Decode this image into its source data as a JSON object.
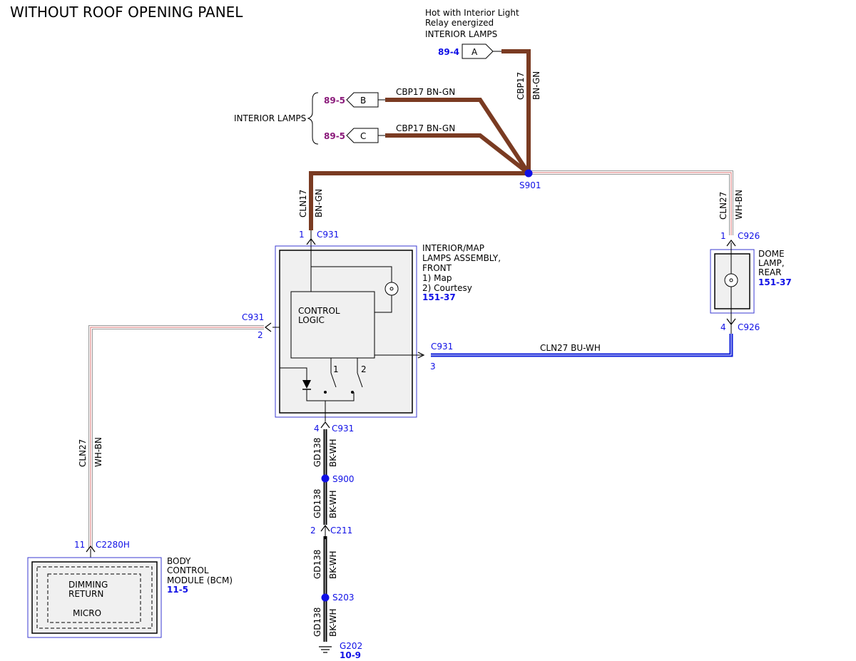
{
  "title": "WITHOUT ROOF OPENING PANEL",
  "colors": {
    "brown": "#7a3b22",
    "blue_wire": "#0a1ad8",
    "pink": "#e6a0a0",
    "ref_blue": "#1010e6",
    "ref_purple": "#8a1a7a",
    "module_fill": "#f0f0f0"
  },
  "top_connector": {
    "note1": "Hot with Interior Light",
    "note2": "Relay energized",
    "note3": "INTERIOR LAMPS",
    "ref": "89-4",
    "pin": "A"
  },
  "side_group": {
    "label": "INTERIOR LAMPS"
  },
  "conn_b": {
    "ref": "89-5",
    "pin": "B",
    "wire": "CBP17  BN-GN"
  },
  "conn_c": {
    "ref": "89-5",
    "pin": "C",
    "wire": "CBP17  BN-GN"
  },
  "vertical_wire": {
    "circuit": "CBP17",
    "color": "BN-GN"
  },
  "splice_s901": "S901",
  "wire_cln17": {
    "circuit": "CLN17",
    "color": "BN-GN"
  },
  "wire_cln27_right": {
    "circuit": "CLN27",
    "color": "WH-BN"
  },
  "c931_pin1": {
    "pin": "1",
    "conn": "C931"
  },
  "c931_pin2": {
    "pin": "2",
    "conn": "C931"
  },
  "c931_pin3": {
    "pin": "3",
    "conn": "C931"
  },
  "c931_pin4": {
    "pin": "4",
    "conn": "C931"
  },
  "front_assembly": {
    "line1": "INTERIOR/MAP",
    "line2": "LAMPS ASSEMBLY,",
    "line3": "FRONT",
    "line4": "1) Map",
    "line5": "2) Courtesy",
    "ref": "151-37"
  },
  "control_logic": {
    "line1": "CONTROL",
    "line2": "LOGIC"
  },
  "switch_labels": {
    "s1": "1",
    "s2": "2"
  },
  "c926_pin1": {
    "pin": "1",
    "conn": "C926"
  },
  "c926_pin4": {
    "pin": "4",
    "conn": "C926"
  },
  "dome_lamp": {
    "line1": "DOME",
    "line2": "LAMP,",
    "line3": "REAR",
    "ref": "151-37"
  },
  "wire_bu_wh": "CLN27  BU-WH",
  "wire_cln27_left": {
    "circuit": "CLN27",
    "color": "WH-BN"
  },
  "bcm_conn": {
    "pin": "11",
    "conn": "C2280H"
  },
  "bcm": {
    "line1": "BODY",
    "line2": "CONTROL",
    "line3": "MODULE (BCM)",
    "ref": "11-5",
    "inner1": "DIMMING",
    "inner2": "RETURN",
    "inner3": "MICRO"
  },
  "gd138_1": {
    "circuit": "GD138",
    "color": "BK-WH"
  },
  "gd138_2": {
    "circuit": "GD138",
    "color": "BK-WH"
  },
  "gd138_3": {
    "circuit": "GD138",
    "color": "BK-WH"
  },
  "gd138_4": {
    "circuit": "GD138",
    "color": "BK-WH"
  },
  "splice_s900": "S900",
  "c211": {
    "pin": "2",
    "conn": "C211"
  },
  "splice_s203": "S203",
  "ground": {
    "label": "G202",
    "ref": "10-9"
  }
}
